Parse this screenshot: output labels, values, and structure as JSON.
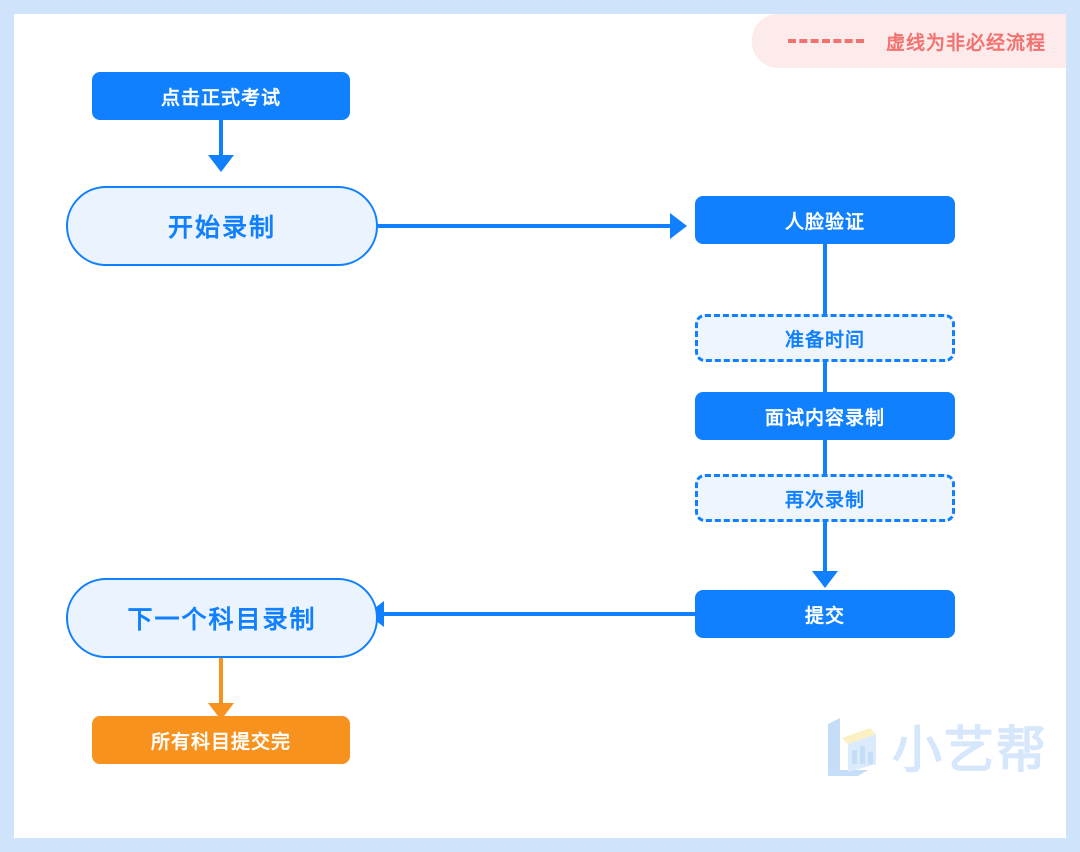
{
  "colors": {
    "page_border": "#cfe3fb",
    "canvas": "#ffffff",
    "primary_blue": "#1080ff",
    "light_blue_fill": "#eaf3fe",
    "dashed_fill": "#eef5fd",
    "orange": "#f7921e",
    "legend_bg": "#fdeaea",
    "legend_text": "#f2726f",
    "watermark": "#d6e6fb"
  },
  "legend": {
    "dash_icon": "dashed-line-icon",
    "text": "虚线为非必经流程"
  },
  "flow": {
    "nodes": [
      {
        "id": "start-exam",
        "label": "点击正式考试",
        "style": "solid-blue",
        "optional": false
      },
      {
        "id": "begin-record",
        "label": "开始录制",
        "style": "pill-outline",
        "optional": false
      },
      {
        "id": "face-verify",
        "label": "人脸验证",
        "style": "solid-blue",
        "optional": false
      },
      {
        "id": "prep-time",
        "label": "准备时间",
        "style": "dashed-blue",
        "optional": true
      },
      {
        "id": "interview-rec",
        "label": "面试内容录制",
        "style": "solid-blue",
        "optional": false
      },
      {
        "id": "re-record",
        "label": "再次录制",
        "style": "dashed-blue",
        "optional": true
      },
      {
        "id": "submit",
        "label": "提交",
        "style": "solid-blue",
        "optional": false
      },
      {
        "id": "next-subject",
        "label": "下一个科目录制",
        "style": "pill-outline",
        "optional": false
      },
      {
        "id": "all-done",
        "label": "所有科目提交完",
        "style": "solid-orange",
        "optional": false
      }
    ],
    "edges": [
      {
        "from": "start-exam",
        "to": "begin-record",
        "direction": "down",
        "arrow": true,
        "color": "#1080ff"
      },
      {
        "from": "begin-record",
        "to": "face-verify",
        "direction": "right",
        "arrow": true,
        "color": "#1080ff"
      },
      {
        "from": "face-verify",
        "to": "prep-time",
        "direction": "down",
        "arrow": false,
        "color": "#1080ff"
      },
      {
        "from": "prep-time",
        "to": "interview-rec",
        "direction": "down",
        "arrow": false,
        "color": "#1080ff"
      },
      {
        "from": "interview-rec",
        "to": "re-record",
        "direction": "down",
        "arrow": false,
        "color": "#1080ff"
      },
      {
        "from": "re-record",
        "to": "submit",
        "direction": "down",
        "arrow": true,
        "color": "#1080ff"
      },
      {
        "from": "submit",
        "to": "next-subject",
        "direction": "left",
        "arrow": true,
        "color": "#1080ff"
      },
      {
        "from": "next-subject",
        "to": "all-done",
        "direction": "down",
        "arrow": true,
        "color": "#f7921e"
      }
    ]
  },
  "watermark": {
    "icon": "xiaoyibang-cube-logo-icon",
    "text": "小艺帮"
  }
}
